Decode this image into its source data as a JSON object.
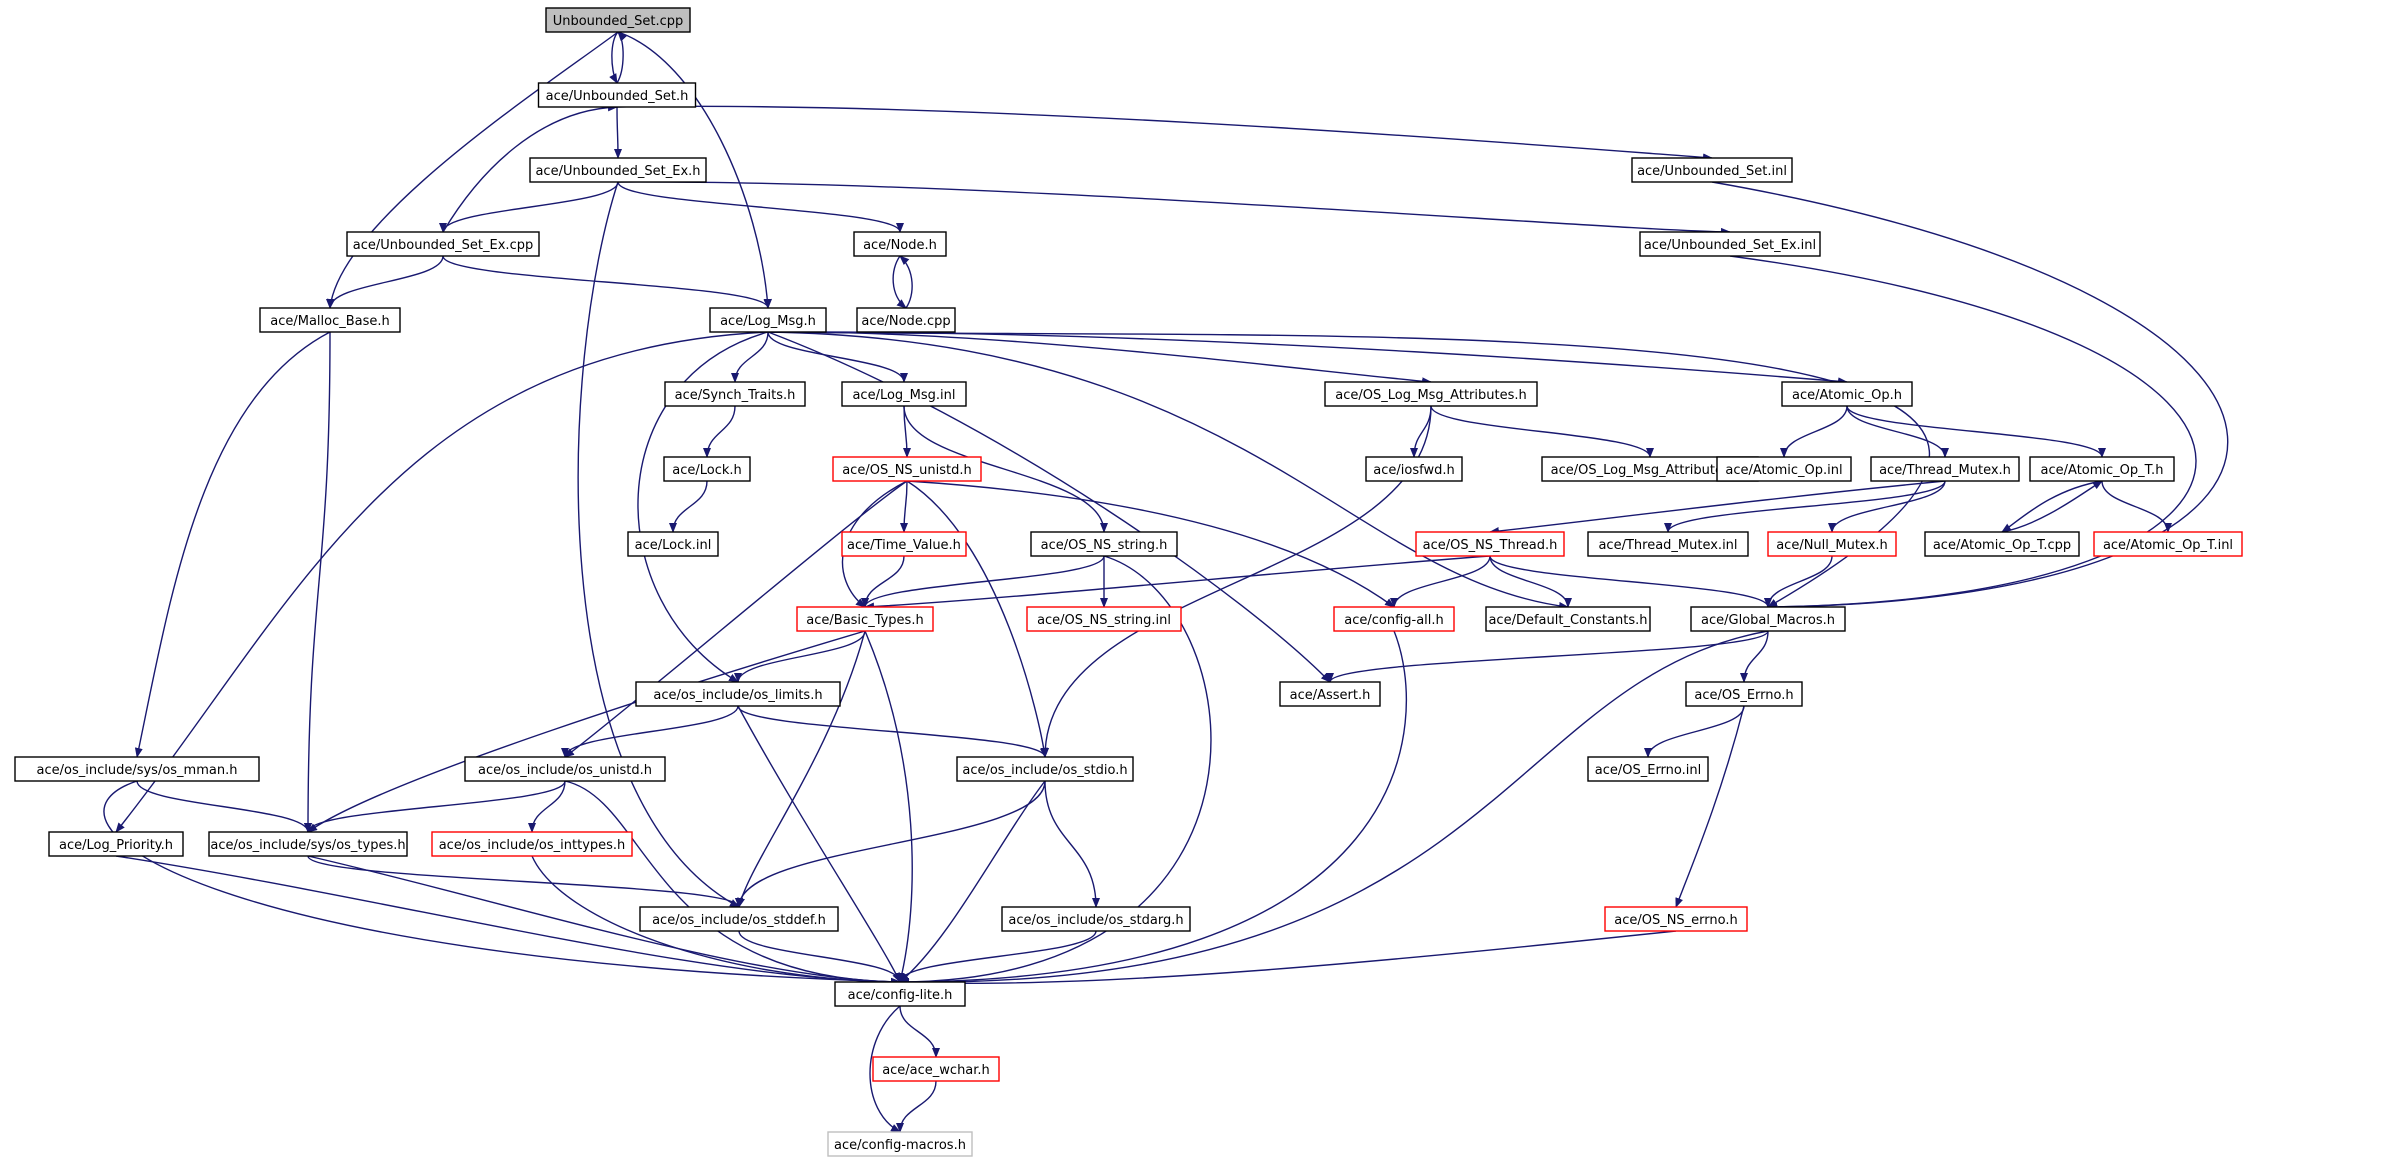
{
  "title": "Unbounded_Set.cpp",
  "colors": {
    "edge": "#191970",
    "border_black": "#000000",
    "border_red": "#ff0000",
    "border_gray": "#bfbfbf",
    "root_fill": "#bfbfbf"
  },
  "nodes": [
    {
      "id": "root",
      "label": "Unbounded_Set.cpp",
      "style": "root"
    },
    {
      "id": "unbounded_set_h",
      "label": "ace/Unbounded_Set.h",
      "style": "black"
    },
    {
      "id": "unbounded_set_ex_h",
      "label": "ace/Unbounded_Set_Ex.h",
      "style": "black"
    },
    {
      "id": "unbounded_set_inl",
      "label": "ace/Unbounded_Set.inl",
      "style": "black"
    },
    {
      "id": "unbounded_set_ex_cpp",
      "label": "ace/Unbounded_Set_Ex.cpp",
      "style": "black"
    },
    {
      "id": "node_h",
      "label": "ace/Node.h",
      "style": "black"
    },
    {
      "id": "unbounded_set_ex_inl",
      "label": "ace/Unbounded_Set_Ex.inl",
      "style": "black"
    },
    {
      "id": "malloc_base_h",
      "label": "ace/Malloc_Base.h",
      "style": "black"
    },
    {
      "id": "log_msg_h",
      "label": "ace/Log_Msg.h",
      "style": "black"
    },
    {
      "id": "node_cpp",
      "label": "ace/Node.cpp",
      "style": "black"
    },
    {
      "id": "synch_traits_h",
      "label": "ace/Synch_Traits.h",
      "style": "black"
    },
    {
      "id": "log_msg_inl",
      "label": "ace/Log_Msg.inl",
      "style": "black"
    },
    {
      "id": "os_log_msg_attributes_h",
      "label": "ace/OS_Log_Msg_Attributes.h",
      "style": "black"
    },
    {
      "id": "atomic_op_h",
      "label": "ace/Atomic_Op.h",
      "style": "black"
    },
    {
      "id": "lock_h",
      "label": "ace/Lock.h",
      "style": "black"
    },
    {
      "id": "os_ns_unistd_h",
      "label": "ace/OS_NS_unistd.h",
      "style": "red"
    },
    {
      "id": "iosfwd_h",
      "label": "ace/iosfwd.h",
      "style": "black"
    },
    {
      "id": "os_log_msg_attributes_inl",
      "label": "ace/OS_Log_Msg_Attributes.inl",
      "style": "black"
    },
    {
      "id": "atomic_op_inl",
      "label": "ace/Atomic_Op.inl",
      "style": "black"
    },
    {
      "id": "thread_mutex_h",
      "label": "ace/Thread_Mutex.h",
      "style": "black"
    },
    {
      "id": "atomic_op_t_h",
      "label": "ace/Atomic_Op_T.h",
      "style": "black"
    },
    {
      "id": "lock_inl",
      "label": "ace/Lock.inl",
      "style": "black"
    },
    {
      "id": "time_value_h",
      "label": "ace/Time_Value.h",
      "style": "red"
    },
    {
      "id": "os_ns_string_h",
      "label": "ace/OS_NS_string.h",
      "style": "black"
    },
    {
      "id": "os_ns_thread_h",
      "label": "ace/OS_NS_Thread.h",
      "style": "red"
    },
    {
      "id": "thread_mutex_inl",
      "label": "ace/Thread_Mutex.inl",
      "style": "black"
    },
    {
      "id": "null_mutex_h",
      "label": "ace/Null_Mutex.h",
      "style": "red"
    },
    {
      "id": "atomic_op_t_cpp",
      "label": "ace/Atomic_Op_T.cpp",
      "style": "black"
    },
    {
      "id": "atomic_op_t_inl",
      "label": "ace/Atomic_Op_T.inl",
      "style": "red"
    },
    {
      "id": "basic_types_h",
      "label": "ace/Basic_Types.h",
      "style": "red"
    },
    {
      "id": "os_ns_string_inl",
      "label": "ace/OS_NS_string.inl",
      "style": "red"
    },
    {
      "id": "config_all_h",
      "label": "ace/config-all.h",
      "style": "red"
    },
    {
      "id": "default_constants_h",
      "label": "ace/Default_Constants.h",
      "style": "black"
    },
    {
      "id": "global_macros_h",
      "label": "ace/Global_Macros.h",
      "style": "black"
    },
    {
      "id": "os_limits_h",
      "label": "ace/os_include/os_limits.h",
      "style": "black"
    },
    {
      "id": "assert_h",
      "label": "ace/Assert.h",
      "style": "black"
    },
    {
      "id": "os_errno_h",
      "label": "ace/OS_Errno.h",
      "style": "black"
    },
    {
      "id": "os_mman_h",
      "label": "ace/os_include/sys/os_mman.h",
      "style": "black"
    },
    {
      "id": "os_unistd_h",
      "label": "ace/os_include/os_unistd.h",
      "style": "black"
    },
    {
      "id": "os_stdio_h",
      "label": "ace/os_include/os_stdio.h",
      "style": "black"
    },
    {
      "id": "os_errno_inl",
      "label": "ace/OS_Errno.inl",
      "style": "black"
    },
    {
      "id": "log_priority_h",
      "label": "ace/Log_Priority.h",
      "style": "black"
    },
    {
      "id": "os_types_h",
      "label": "ace/os_include/sys/os_types.h",
      "style": "black"
    },
    {
      "id": "os_inttypes_h",
      "label": "ace/os_include/os_inttypes.h",
      "style": "red"
    },
    {
      "id": "os_stddef_h",
      "label": "ace/os_include/os_stddef.h",
      "style": "black"
    },
    {
      "id": "os_stdarg_h",
      "label": "ace/os_include/os_stdarg.h",
      "style": "black"
    },
    {
      "id": "os_ns_errno_h",
      "label": "ace/OS_NS_errno.h",
      "style": "red"
    },
    {
      "id": "config_lite_h",
      "label": "ace/config-lite.h",
      "style": "black"
    },
    {
      "id": "ace_wchar_h",
      "label": "ace/ace_wchar.h",
      "style": "red"
    },
    {
      "id": "config_macros_h",
      "label": "ace/config-macros.h",
      "style": "gray"
    }
  ],
  "edges": [
    [
      "root",
      "unbounded_set_h"
    ],
    [
      "root",
      "malloc_base_h"
    ],
    [
      "root",
      "log_msg_h"
    ],
    [
      "unbounded_set_h",
      "root"
    ],
    [
      "unbounded_set_h",
      "unbounded_set_ex_h"
    ],
    [
      "unbounded_set_h",
      "unbounded_set_inl"
    ],
    [
      "unbounded_set_ex_h",
      "unbounded_set_ex_cpp"
    ],
    [
      "unbounded_set_ex_h",
      "node_h"
    ],
    [
      "unbounded_set_ex_h",
      "unbounded_set_ex_inl"
    ],
    [
      "unbounded_set_ex_h",
      "os_stddef_h"
    ],
    [
      "unbounded_set_ex_cpp",
      "unbounded_set_h"
    ],
    [
      "unbounded_set_ex_cpp",
      "malloc_base_h"
    ],
    [
      "unbounded_set_ex_cpp",
      "log_msg_h"
    ],
    [
      "node_h",
      "node_cpp"
    ],
    [
      "node_cpp",
      "node_h"
    ],
    [
      "unbounded_set_inl",
      "global_macros_h"
    ],
    [
      "unbounded_set_ex_inl",
      "global_macros_h"
    ],
    [
      "malloc_base_h",
      "os_types_h"
    ],
    [
      "malloc_base_h",
      "os_mman_h"
    ],
    [
      "log_msg_h",
      "synch_traits_h"
    ],
    [
      "log_msg_h",
      "log_msg_inl"
    ],
    [
      "log_msg_h",
      "os_log_msg_attributes_h"
    ],
    [
      "log_msg_h",
      "atomic_op_h"
    ],
    [
      "log_msg_h",
      "log_priority_h"
    ],
    [
      "log_msg_h",
      "os_limits_h"
    ],
    [
      "log_msg_h",
      "assert_h"
    ],
    [
      "log_msg_h",
      "default_constants_h"
    ],
    [
      "log_msg_h",
      "global_macros_h"
    ],
    [
      "synch_traits_h",
      "lock_h"
    ],
    [
      "lock_h",
      "lock_inl"
    ],
    [
      "log_msg_inl",
      "os_ns_unistd_h"
    ],
    [
      "log_msg_inl",
      "os_ns_string_h"
    ],
    [
      "os_log_msg_attributes_h",
      "iosfwd_h"
    ],
    [
      "os_log_msg_attributes_h",
      "os_log_msg_attributes_inl"
    ],
    [
      "os_log_msg_attributes_h",
      "os_stdio_h"
    ],
    [
      "atomic_op_h",
      "atomic_op_inl"
    ],
    [
      "atomic_op_h",
      "thread_mutex_h"
    ],
    [
      "atomic_op_h",
      "atomic_op_t_h"
    ],
    [
      "thread_mutex_h",
      "os_ns_thread_h"
    ],
    [
      "thread_mutex_h",
      "thread_mutex_inl"
    ],
    [
      "thread_mutex_h",
      "null_mutex_h"
    ],
    [
      "atomic_op_t_h",
      "atomic_op_t_cpp"
    ],
    [
      "atomic_op_t_h",
      "atomic_op_t_inl"
    ],
    [
      "atomic_op_t_cpp",
      "atomic_op_t_h"
    ],
    [
      "null_mutex_h",
      "global_macros_h"
    ],
    [
      "os_ns_unistd_h",
      "time_value_h"
    ],
    [
      "os_ns_unistd_h",
      "basic_types_h"
    ],
    [
      "os_ns_unistd_h",
      "config_all_h"
    ],
    [
      "os_ns_unistd_h",
      "os_unistd_h"
    ],
    [
      "os_ns_unistd_h",
      "os_stdio_h"
    ],
    [
      "time_value_h",
      "basic_types_h"
    ],
    [
      "os_ns_string_h",
      "basic_types_h"
    ],
    [
      "os_ns_string_h",
      "os_ns_string_inl"
    ],
    [
      "os_ns_string_h",
      "config_lite_h"
    ],
    [
      "os_ns_thread_h",
      "config_all_h"
    ],
    [
      "os_ns_thread_h",
      "default_constants_h"
    ],
    [
      "os_ns_thread_h",
      "global_macros_h"
    ],
    [
      "os_ns_thread_h",
      "basic_types_h"
    ],
    [
      "config_all_h",
      "config_lite_h"
    ],
    [
      "global_macros_h",
      "assert_h"
    ],
    [
      "global_macros_h",
      "os_errno_h"
    ],
    [
      "global_macros_h",
      "config_lite_h"
    ],
    [
      "os_errno_h",
      "os_errno_inl"
    ],
    [
      "os_errno_h",
      "os_ns_errno_h"
    ],
    [
      "basic_types_h",
      "os_limits_h"
    ],
    [
      "basic_types_h",
      "os_types_h"
    ],
    [
      "basic_types_h",
      "os_stddef_h"
    ],
    [
      "basic_types_h",
      "config_lite_h"
    ],
    [
      "os_limits_h",
      "os_unistd_h"
    ],
    [
      "os_limits_h",
      "os_stdio_h"
    ],
    [
      "os_limits_h",
      "config_lite_h"
    ],
    [
      "os_mman_h",
      "os_types_h"
    ],
    [
      "os_mman_h",
      "config_lite_h"
    ],
    [
      "os_unistd_h",
      "os_types_h"
    ],
    [
      "os_unistd_h",
      "os_inttypes_h"
    ],
    [
      "os_unistd_h",
      "config_lite_h"
    ],
    [
      "os_stdio_h",
      "os_stddef_h"
    ],
    [
      "os_stdio_h",
      "os_stdarg_h"
    ],
    [
      "os_stdio_h",
      "config_lite_h"
    ],
    [
      "log_priority_h",
      "config_lite_h"
    ],
    [
      "os_types_h",
      "os_stddef_h"
    ],
    [
      "os_types_h",
      "config_lite_h"
    ],
    [
      "os_inttypes_h",
      "config_lite_h"
    ],
    [
      "os_stddef_h",
      "config_lite_h"
    ],
    [
      "os_stdarg_h",
      "config_lite_h"
    ],
    [
      "os_ns_errno_h",
      "config_lite_h"
    ],
    [
      "config_lite_h",
      "ace_wchar_h"
    ],
    [
      "config_lite_h",
      "config_macros_h"
    ],
    [
      "ace_wchar_h",
      "config_macros_h"
    ]
  ]
}
